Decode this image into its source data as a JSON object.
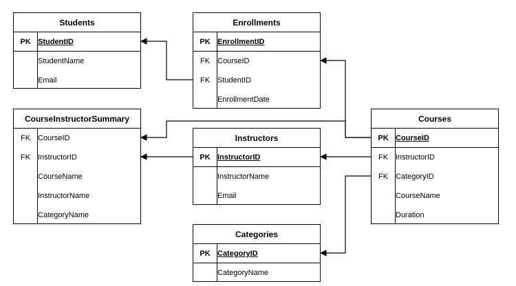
{
  "diagram": {
    "tables": [
      {
        "id": "students",
        "title": "Students",
        "rows": [
          {
            "key": "PK",
            "name": "StudentID"
          },
          {
            "key": "",
            "name": "StudentName"
          },
          {
            "key": "",
            "name": "Email"
          }
        ]
      },
      {
        "id": "enrollments",
        "title": "Enrollments",
        "rows": [
          {
            "key": "PK",
            "name": "EnrollmentID"
          },
          {
            "key": "FK",
            "name": "CourseID"
          },
          {
            "key": "FK",
            "name": "StudentID"
          },
          {
            "key": "",
            "name": "EnrollmentDate"
          }
        ]
      },
      {
        "id": "courseinstructorsummary",
        "title": "CourseInstructorSummary",
        "rows": [
          {
            "key": "FK",
            "name": "CourseID"
          },
          {
            "key": "FK",
            "name": "InstructorID"
          },
          {
            "key": "",
            "name": "CourseName"
          },
          {
            "key": "",
            "name": "InstructorName"
          },
          {
            "key": "",
            "name": "CategoryName"
          }
        ]
      },
      {
        "id": "instructors",
        "title": "Instructors",
        "rows": [
          {
            "key": "PK",
            "name": "InstructorID"
          },
          {
            "key": "",
            "name": "InstructorName"
          },
          {
            "key": "",
            "name": "Email"
          }
        ]
      },
      {
        "id": "courses",
        "title": "Courses",
        "rows": [
          {
            "key": "PK",
            "name": "CourseID"
          },
          {
            "key": "FK",
            "name": "InstructorID"
          },
          {
            "key": "FK",
            "name": "CategoryID"
          },
          {
            "key": "",
            "name": "CourseName"
          },
          {
            "key": "",
            "name": "Duration"
          }
        ]
      },
      {
        "id": "categories",
        "title": "Categories",
        "rows": [
          {
            "key": "PK",
            "name": "CategoryID"
          },
          {
            "key": "",
            "name": "CategoryName"
          }
        ]
      }
    ]
  }
}
